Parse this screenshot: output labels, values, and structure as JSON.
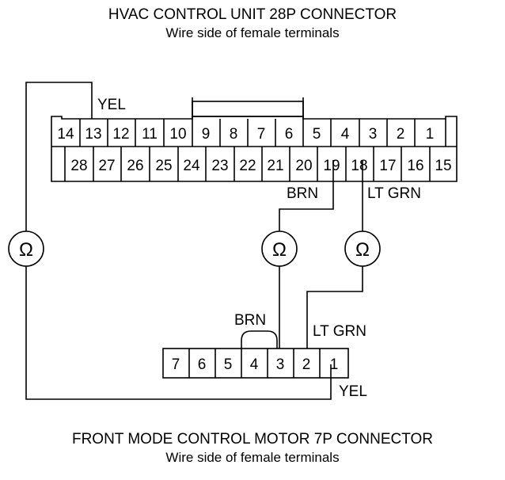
{
  "top_connector": {
    "title": "HVAC CONTROL UNIT 28P CONNECTOR",
    "subtitle": "Wire side of female terminals",
    "row1": [
      "14",
      "13",
      "12",
      "11",
      "10",
      "9",
      "8",
      "7",
      "6",
      "5",
      "4",
      "3",
      "2",
      "1"
    ],
    "row2": [
      "28",
      "27",
      "26",
      "25",
      "24",
      "23",
      "22",
      "21",
      "20",
      "19",
      "18",
      "17",
      "16",
      "15"
    ]
  },
  "bottom_connector": {
    "title": "FRONT MODE CONTROL MOTOR 7P CONNECTOR",
    "subtitle": "Wire side of female terminals",
    "pins": [
      "7",
      "6",
      "5",
      "4",
      "3",
      "2",
      "1"
    ]
  },
  "wire_labels": {
    "yel_top": "YEL",
    "brn_top": "BRN",
    "ltgrn_top": "LT GRN",
    "brn_bottom": "BRN",
    "ltgrn_bottom": "LT GRN",
    "yel_bottom": "YEL"
  },
  "meters": {
    "symbol": "Ω"
  }
}
